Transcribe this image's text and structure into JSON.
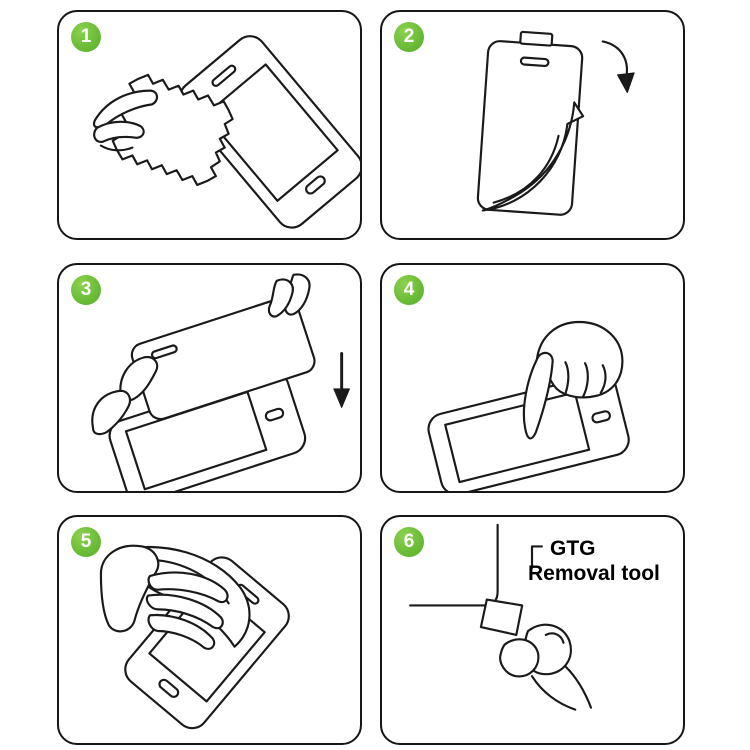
{
  "colors": {
    "background": "#ffffff",
    "line": "#1a1a1a",
    "badge_green": "#54ad27",
    "badge_green_light": "#8bd14e"
  },
  "panels": [
    {
      "number": "1",
      "illustration": "wipe-screen-with-cloth"
    },
    {
      "number": "2",
      "illustration": "peel-backing-film"
    },
    {
      "number": "3",
      "illustration": "align-and-lower-glass"
    },
    {
      "number": "4",
      "illustration": "press-screen-center"
    },
    {
      "number": "5",
      "illustration": "smooth-out-bubbles"
    },
    {
      "number": "6",
      "illustration": "corner-removal-tool",
      "label_line1": "GTG",
      "label_line2": "Removal tool"
    }
  ]
}
